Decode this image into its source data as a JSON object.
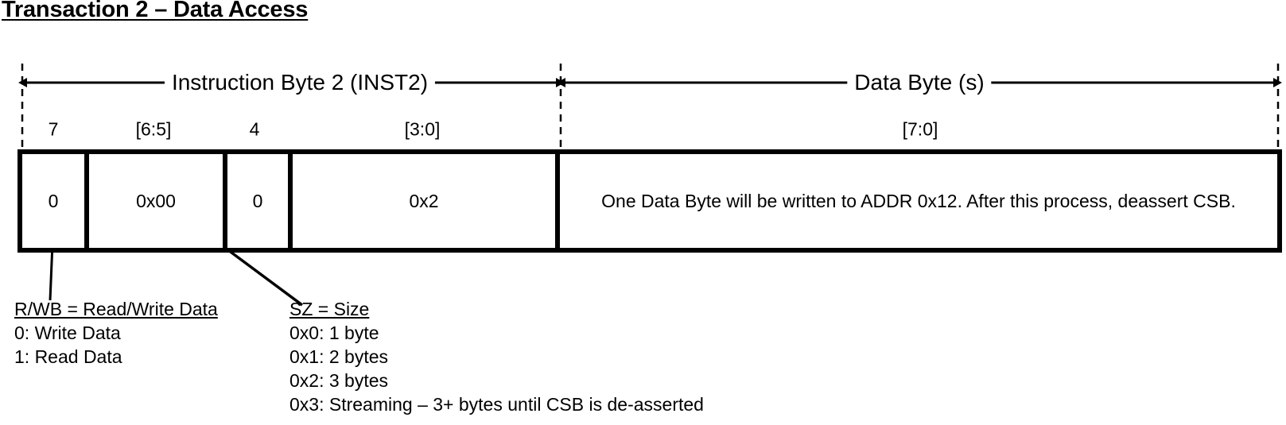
{
  "title": "Transaction 2 – Data Access",
  "spans": [
    {
      "id": "inst2",
      "label": "Instruction Byte 2 (INST2)"
    },
    {
      "id": "data",
      "label": "Data Byte (s)"
    }
  ],
  "bit_labels": [
    "7",
    "[6:5]",
    "4",
    "[3:0]",
    "[7:0]"
  ],
  "frame_cells": [
    {
      "name": "rwb",
      "value": "0"
    },
    {
      "name": "resv1",
      "value": "0x00"
    },
    {
      "name": "bit4",
      "value": "0"
    },
    {
      "name": "sz",
      "value": "0x2"
    },
    {
      "name": "data",
      "value": "One Data Byte will be written to ADDR 0x12. After this process, deassert CSB."
    }
  ],
  "legends": {
    "rwb": {
      "heading": "R/WB = Read/Write Data",
      "lines": [
        "0: Write Data",
        "1: Read Data"
      ]
    },
    "sz": {
      "heading": "SZ = Size",
      "lines": [
        "0x0: 1 byte",
        "0x1: 2 bytes",
        "0x2: 3 bytes",
        "0x3: Streaming – 3+ bytes until CSB is de-asserted"
      ]
    }
  },
  "colors": {
    "ink": "#000000",
    "paper": "#ffffff"
  }
}
